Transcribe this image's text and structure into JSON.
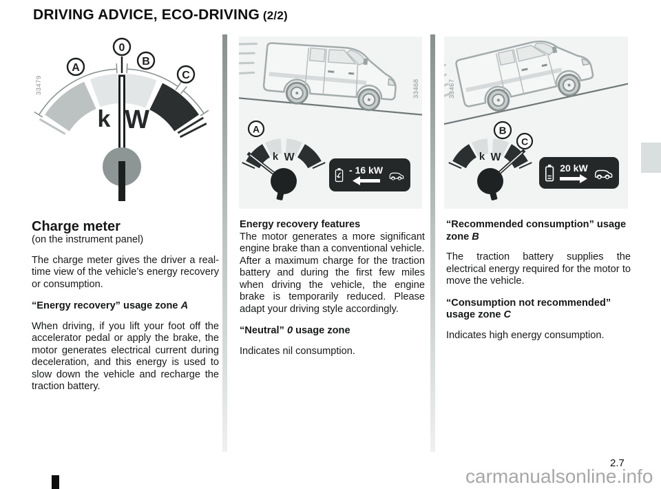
{
  "page": {
    "title_main": "DRIVING ADVICE, ECO-DRIVING",
    "title_suffix": " (2/2)",
    "page_number": "2.7",
    "watermark": "carmanualsonline.info"
  },
  "colors": {
    "gauge_dark": "#2b2f2f",
    "gauge_light": "#e3e6e6",
    "gauge_medium": "#bcc1c1",
    "hub_gray": "#8d9595",
    "display_bg": "#242828",
    "photo_bg": "#f2f4f4"
  },
  "figures": {
    "charge_meter": {
      "part_number": "33479",
      "label_zero": "0",
      "label_a": "A",
      "label_b": "B",
      "label_c": "C",
      "unit_k": "k",
      "unit_w": "W"
    },
    "recovery": {
      "part_number": "33468",
      "label_a": "A",
      "unit_k": "k",
      "unit_w": "W",
      "display_value": "- 16 kW"
    },
    "consumption": {
      "part_number": "33467",
      "label_b": "B",
      "label_c": "C",
      "unit_k": "k",
      "unit_w": "W",
      "display_value": "20 kW"
    }
  },
  "sections": {
    "left": {
      "heading": "Charge meter",
      "subheading": "(on the instrument panel)",
      "p1": "The charge meter gives the driver a real-time view of the vehicle’s energy recovery or consumption.",
      "zone_heading_pre": "“Energy recovery” usage zone ",
      "zone_heading_zone": "A",
      "p2": "When driving, if you lift your foot off the accelerator pedal or apply the brake, the motor generates electrical current during deceleration, and this energy is used to slow down the vehicle and recharge the traction battery."
    },
    "middle": {
      "heading": "Energy recovery features",
      "p1": "The motor generates a more significant engine brake than a conventional vehicle.",
      "p2": "After a maximum charge for the traction battery and during the first few miles when driving the vehicle, the engine brake is temporarily reduced. Please adapt your driving style accordingly.",
      "neutral_heading_pre": "“Neutral” ",
      "neutral_heading_zone": "0",
      "neutral_heading_post": " usage zone",
      "p3": "Indicates nil consumption."
    },
    "right": {
      "rec_heading_pre": "“Recommended consumption” usage zone ",
      "rec_heading_zone": "B",
      "p1": "The traction battery supplies the electrical energy required for the motor to move the vehicle.",
      "notrec_heading_pre": "“Consumption not recommended” usage zone ",
      "notrec_heading_zone": "C",
      "p2": "Indicates high energy consumption."
    }
  }
}
